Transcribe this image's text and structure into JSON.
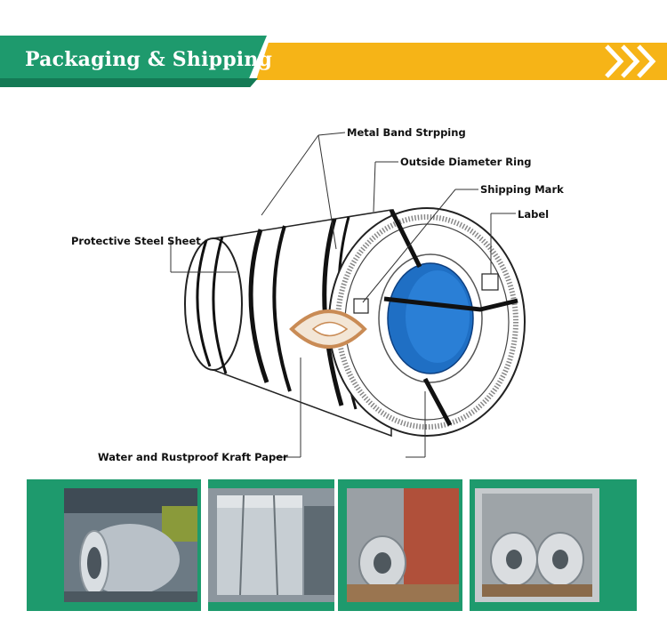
{
  "header": {
    "title": "Packaging & Shipping",
    "colors": {
      "green": "#1e9a6d",
      "yellow": "#f6b417"
    }
  },
  "diagram": {
    "labels": {
      "metal_band": "Metal Band Strpping",
      "outside_ring": "Outside Diameter Ring",
      "shipping_mark": "Shipping Mark",
      "label": "Label",
      "protective_sheet": "Protective Steel Sheet",
      "kraft_paper": "Water and Rustproof Kraft Paper"
    }
  },
  "photos": [
    {
      "name": "steel-coil-warehouse-photo"
    },
    {
      "name": "wrapped-coil-photo"
    },
    {
      "name": "container-loaded-coil-photo"
    },
    {
      "name": "container-two-coils-photo"
    }
  ]
}
